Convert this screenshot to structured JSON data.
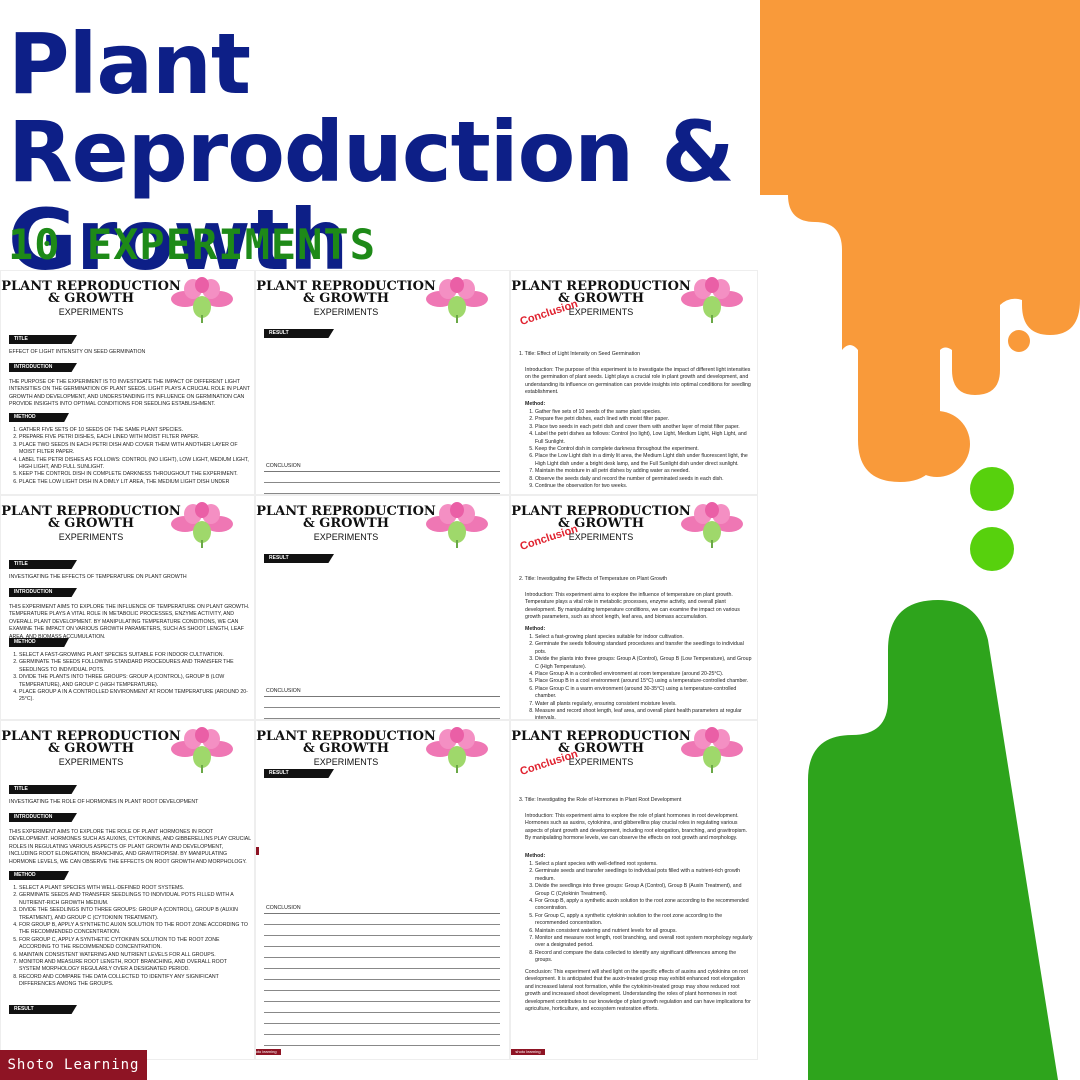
{
  "header": {
    "title": "Plant Reproduction & Growth",
    "subtitle": "10 EXPERIMENTS"
  },
  "brand": "Shoto Learning",
  "colors": {
    "title_blue": "#0d1f87",
    "subtitle_green": "#1e8a18",
    "drip_orange": "#f99a3a",
    "drip_green": "#2ea41c",
    "dot_green": "#57d10d",
    "brand_red": "#8e1424",
    "conclusion_red": "#e0222f",
    "flower_pink": "#ef77b4"
  },
  "icons": {
    "flower": "pink-flower-icon"
  },
  "page_header": {
    "title": "PLANT REPRODUCTION & GROWTH",
    "subtitle": "EXPERIMENTS",
    "conclusion_stamp": "Conclusion"
  },
  "labels": {
    "title": "TITLE",
    "introduction": "INTRODUCTION",
    "method": "METHOD",
    "result": "RESULT",
    "conclusion": "CONCLUSION",
    "mini_brand": "shoto learning"
  },
  "experiments": [
    {
      "title": "EFFECT OF LIGHT INTENSITY ON SEED GERMINATION",
      "intro": "THE PURPOSE OF THE EXPERIMENT IS TO INVESTIGATE THE IMPACT OF DIFFERENT LIGHT INTENSITIES ON THE GERMINATION OF PLANT SEEDS. LIGHT PLAYS A CRUCIAL ROLE IN PLANT GROWTH AND DEVELOPMENT, AND UNDERSTANDING ITS INFLUENCE ON GERMINATION CAN PROVIDE INSIGHTS INTO OPTIMAL CONDITIONS FOR SEEDLING ESTABLISHMENT.",
      "method": [
        "GATHER FIVE SETS OF 10 SEEDS OF THE SAME PLANT SPECIES.",
        "PREPARE FIVE PETRI DISHES, EACH LINED WITH MOIST FILTER PAPER.",
        "PLACE TWO SEEDS IN EACH PETRI DISH AND COVER THEM WITH ANOTHER LAYER OF MOIST FILTER PAPER.",
        "LABEL THE PETRI DISHES AS FOLLOWS: CONTROL (NO LIGHT), LOW LIGHT, MEDIUM LIGHT, HIGH LIGHT, AND FULL SUNLIGHT.",
        "KEEP THE CONTROL DISH IN COMPLETE DARKNESS THROUGHOUT THE EXPERIMENT.",
        "PLACE THE LOW LIGHT DISH IN A DIMLY LIT AREA, THE MEDIUM LIGHT DISH UNDER"
      ],
      "c_title": "Effect of Light Intensity on Seed Germination",
      "c_intro": "The purpose of this experiment is to investigate the impact of different light intensities on the germination of plant seeds. Light plays a crucial role in plant growth and development, and understanding its influence on germination can provide insights into optimal conditions for seedling establishment.",
      "c_method": [
        "Gather five sets of 10 seeds of the same plant species.",
        "Prepare five petri dishes, each lined with moist filter paper.",
        "Place two seeds in each petri dish and cover them with another layer of moist filter paper.",
        "Label the petri dishes as follows: Control (no light), Low Light, Medium Light, High Light, and Full Sunlight.",
        "Keep the Control dish in complete darkness throughout the experiment.",
        "Place the Low Light dish in a dimly lit area, the Medium Light dish under fluorescent light, the High Light dish under a bright desk lamp, and the Full Sunlight dish under direct sunlight.",
        "Maintain the moisture in all petri dishes by adding water as needed.",
        "Observe the seeds daily and record the number of germinated seeds in each dish.",
        "Continue the observation for two weeks."
      ]
    },
    {
      "title": "INVESTIGATING THE EFFECTS OF TEMPERATURE ON PLANT GROWTH",
      "intro": "THIS EXPERIMENT AIMS TO EXPLORE THE INFLUENCE OF TEMPERATURE ON PLANT GROWTH. TEMPERATURE PLAYS A VITAL ROLE IN METABOLIC PROCESSES, ENZYME ACTIVITY, AND OVERALL PLANT DEVELOPMENT. BY MANIPULATING TEMPERATURE CONDITIONS, WE CAN EXAMINE THE IMPACT ON VARIOUS GROWTH PARAMETERS, SUCH AS SHOOT LENGTH, LEAF AREA, AND BIOMASS ACCUMULATION.",
      "method": [
        "SELECT A FAST-GROWING PLANT SPECIES SUITABLE FOR INDOOR CULTIVATION.",
        "GERMINATE THE SEEDS FOLLOWING STANDARD PROCEDURES AND TRANSFER THE SEEDLINGS TO INDIVIDUAL POTS.",
        "DIVIDE THE PLANTS INTO THREE GROUPS: GROUP A (CONTROL), GROUP B (LOW TEMPERATURE), AND GROUP C (HIGH TEMPERATURE).",
        "PLACE GROUP A IN A CONTROLLED ENVIRONMENT AT ROOM TEMPERATURE (AROUND 20-25°C)."
      ],
      "c_title": "Investigating the Effects of Temperature on Plant Growth",
      "c_intro": "This experiment aims to explore the influence of temperature on plant growth. Temperature plays a vital role in metabolic processes, enzyme activity, and overall plant development. By manipulating temperature conditions, we can examine the impact on various growth parameters, such as shoot length, leaf area, and biomass accumulation.",
      "c_method": [
        "Select a fast-growing plant species suitable for indoor cultivation.",
        "Germinate the seeds following standard procedures and transfer the seedlings to individual pots.",
        "Divide the plants into three groups: Group A (Control), Group B (Low Temperature), and Group C (High Temperature).",
        "Place Group A in a controlled environment at room temperature (around 20-25°C).",
        "Place Group B in a cool environment (around 15°C) using a temperature-controlled chamber.",
        "Place Group C in a warm environment (around 30-35°C) using a temperature-controlled chamber.",
        "Water all plants regularly, ensuring consistent moisture levels.",
        "Measure and record shoot length, leaf area, and overall plant health parameters at regular intervals."
      ]
    },
    {
      "title": "INVESTIGATING THE ROLE OF HORMONES IN PLANT ROOT DEVELOPMENT",
      "intro": "THIS EXPERIMENT AIMS TO EXPLORE THE ROLE OF PLANT HORMONES IN ROOT DEVELOPMENT. HORMONES SUCH AS AUXINS, CYTOKININS, AND GIBBERELLINS PLAY CRUCIAL ROLES IN REGULATING VARIOUS ASPECTS OF PLANT GROWTH AND DEVELOPMENT, INCLUDING ROOT ELONGATION, BRANCHING, AND GRAVITROPISM. BY MANIPULATING HORMONE LEVELS, WE CAN OBSERVE THE EFFECTS ON ROOT GROWTH AND MORPHOLOGY.",
      "method": [
        "SELECT A PLANT SPECIES WITH WELL-DEFINED ROOT SYSTEMS.",
        "GERMINATE SEEDS AND TRANSFER SEEDLINGS TO INDIVIDUAL POTS FILLED WITH A NUTRIENT-RICH GROWTH MEDIUM.",
        "DIVIDE THE SEEDLINGS INTO THREE GROUPS: GROUP A (CONTROL), GROUP B (AUXIN TREATMENT), AND GROUP C (CYTOKININ TREATMENT).",
        "FOR GROUP B, APPLY A SYNTHETIC AUXIN SOLUTION TO THE ROOT ZONE ACCORDING TO THE RECOMMENDED CONCENTRATION.",
        "FOR GROUP C, APPLY A SYNTHETIC CYTOKININ SOLUTION TO THE ROOT ZONE ACCORDING TO THE RECOMMENDED CONCENTRATION.",
        "MAINTAIN CONSISTENT WATERING AND NUTRIENT LEVELS FOR ALL GROUPS.",
        "MONITOR AND MEASURE ROOT LENGTH, ROOT BRANCHING, AND OVERALL ROOT SYSTEM MORPHOLOGY REGULARLY OVER A DESIGNATED PERIOD.",
        "RECORD AND COMPARE THE DATA COLLECTED TO IDENTIFY ANY SIGNIFICANT DIFFERENCES AMONG THE GROUPS."
      ],
      "c_title": "Investigating the Role of Hormones in Plant Root Development",
      "c_intro": "This experiment aims to explore the role of plant hormones in root development. Hormones such as auxins, cytokinins, and gibberellins play crucial roles in regulating various aspects of plant growth and development, including root elongation, branching, and gravitropism. By manipulating hormone levels, we can observe the effects on root growth and morphology.",
      "c_method": [
        "Select a plant species with well-defined root systems.",
        "Germinate seeds and transfer seedlings to individual pots filled with a nutrient-rich growth medium.",
        "Divide the seedlings into three groups: Group A (Control), Group B (Auxin Treatment), and Group C (Cytokinin Treatment).",
        "For Group B, apply a synthetic auxin solution to the root zone according to the recommended concentration.",
        "For Group C, apply a synthetic cytokinin solution to the root zone according to the recommended concentration.",
        "Maintain consistent watering and nutrient levels for all groups.",
        "Monitor and measure root length, root branching, and overall root system morphology regularly over a designated period.",
        "Record and compare the data collected to identify any significant differences among the groups."
      ],
      "c_conclusion": "This experiment will shed light on the specific effects of auxins and cytokinins on root development. It is anticipated that the auxin-treated group may exhibit enhanced root elongation and increased lateral root formation, while the cytokinin-treated group may show reduced root growth and increased shoot development. Understanding the roles of plant hormones in root development contributes to our knowledge of plant growth regulation and can have implications for agriculture, horticulture, and ecosystem restoration efforts."
    }
  ]
}
